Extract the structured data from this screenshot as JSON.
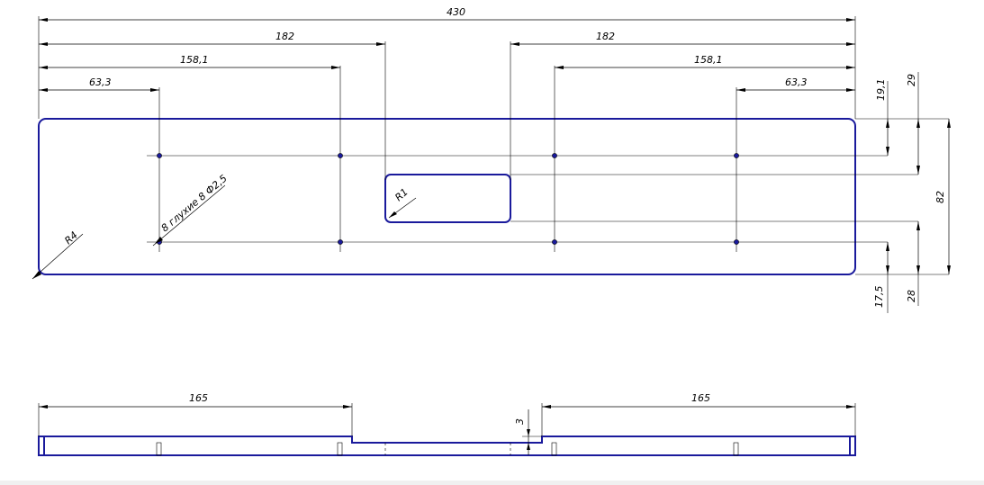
{
  "drawing": {
    "dimensions": {
      "overall_length": "430",
      "slot_left_edge": "182",
      "slot_right_edge": "182",
      "hole_inner_left": "158,1",
      "hole_inner_right": "158,1",
      "hole_outer_left": "63,3",
      "hole_outer_right": "63,3",
      "top_hole_row": "19,1",
      "slot_top": "29",
      "width": "82",
      "bottom_hole_row": "17,5",
      "slot_bottom": "28",
      "side_left": "165",
      "side_right": "165",
      "slot_depth": "3"
    },
    "callouts": {
      "corner_radius": "R4",
      "slot_radius": "R1",
      "holes_note": "8 глухие 8 Ф2,5"
    }
  }
}
